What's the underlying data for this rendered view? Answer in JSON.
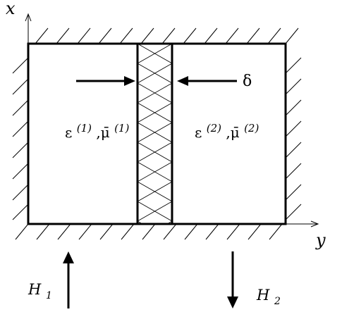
{
  "axes": {
    "x_label": "x",
    "y_label": "y"
  },
  "labels": {
    "thickness": "δ",
    "region1_eps": "ε",
    "region1_eps_sup": "(1)",
    "region1_mu": ",μ̄",
    "region1_mu_sup": "(1)",
    "region2_eps": "ε",
    "region2_eps_sup": "(2)",
    "region2_mu": ",μ̄",
    "region2_mu_sup": "(2)"
  },
  "fields": {
    "h1": "H",
    "h1_sub": "1",
    "h2": "H",
    "h2_sub": "2"
  }
}
